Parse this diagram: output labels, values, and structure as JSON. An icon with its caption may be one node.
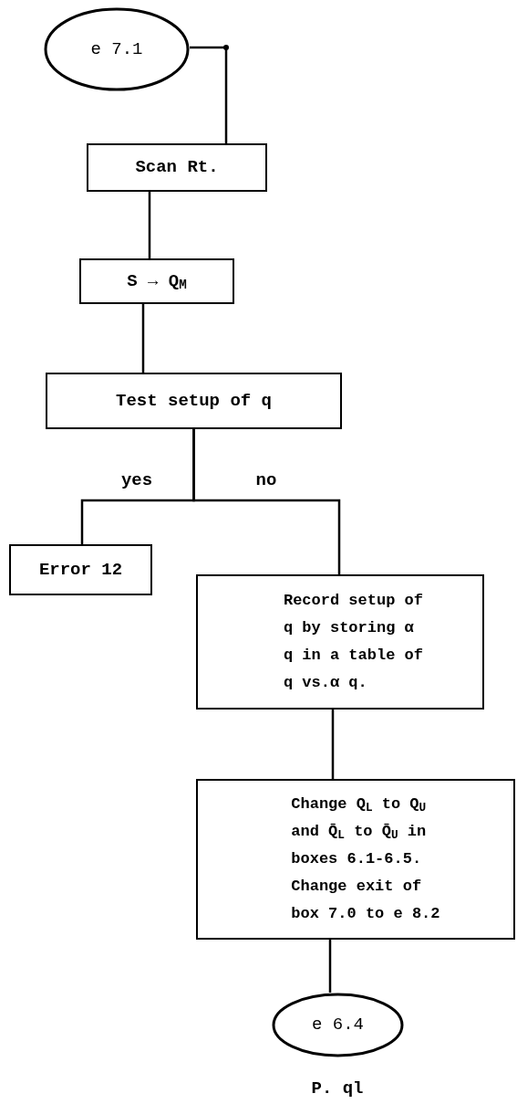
{
  "diagram": {
    "nodes": [
      {
        "text": [
          "e 7.1"
        ]
      },
      {
        "text": [
          "Scan Rt."
        ]
      },
      {
        "text": [
          "S → Q$_{M}$"
        ]
      },
      {
        "text": [
          "Test setup of q"
        ]
      },
      {
        "text": [
          "Error 12"
        ]
      },
      {
        "text": [
          "Record setup of q by storing α q in a table of q vs.α q."
        ]
      },
      {
        "text": [
          "Change Q$_{L}$ to Q$_{U}$ and Q̄$_{L}$ to Q̄$_{U}$ in boxes 6.1-6.5. Change exit of box 7.0 to e 8.2"
        ]
      },
      {
        "text": [
          "e 6.4"
        ]
      }
    ],
    "edges": [
      {
        "from": 0,
        "to": 1,
        "arrow": "none"
      },
      {
        "from": 1,
        "to": 2,
        "arrow": "none"
      },
      {
        "from": 2,
        "to": 3,
        "arrow": "none"
      },
      {
        "from": 3,
        "to": 4,
        "label": "yes",
        "arrow": "none"
      },
      {
        "from": 3,
        "to": 5,
        "label": "no",
        "arrow": "none"
      },
      {
        "from": 5,
        "to": 6,
        "arrow": "none"
      },
      {
        "from": 6,
        "to": 7,
        "arrow": "none"
      }
    ],
    "labels": [
      "P. ql"
    ]
  }
}
